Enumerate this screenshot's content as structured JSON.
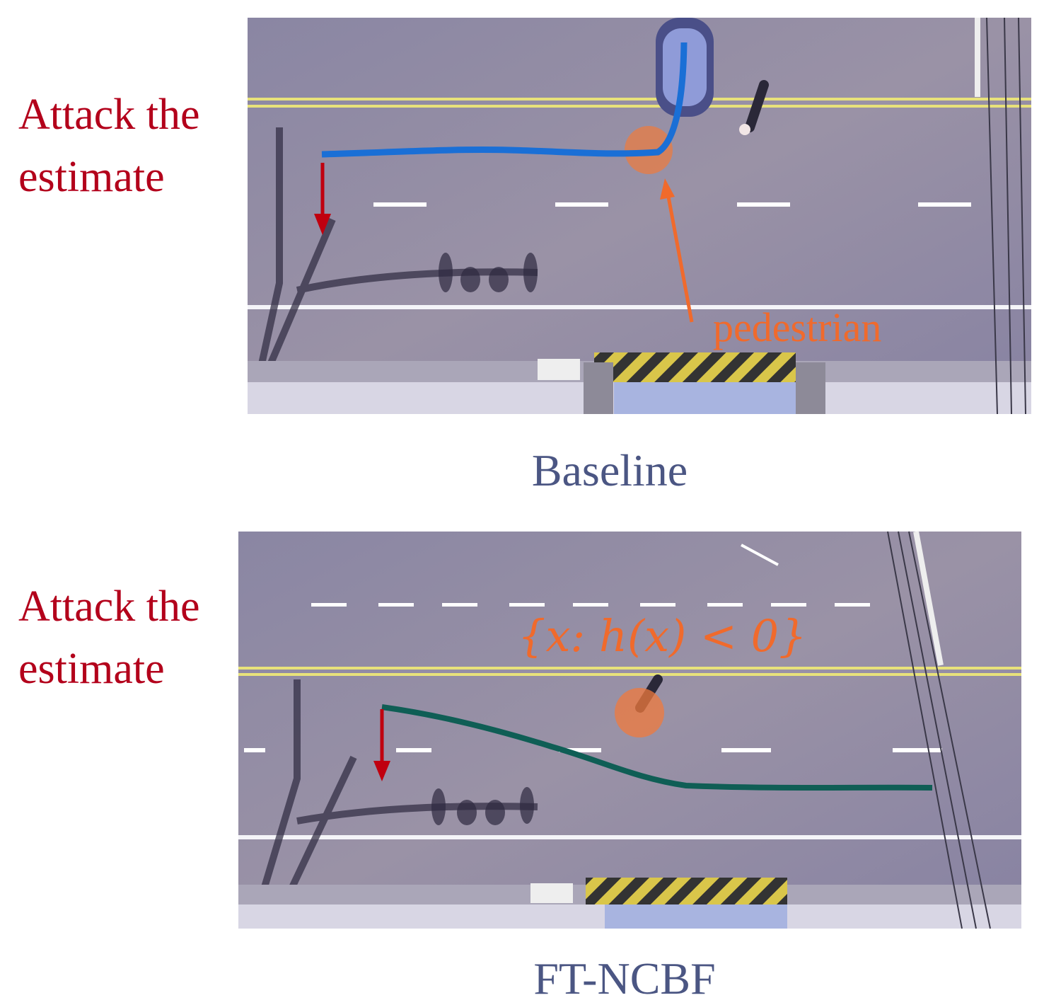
{
  "panels": [
    {
      "side_label_line1": "Attack the",
      "side_label_line2": "estimate",
      "caption": "Baseline",
      "annotation": "pedestrian",
      "trajectory_color": "#1a6fd6"
    },
    {
      "side_label_line1": "Attack the",
      "side_label_line2": "estimate",
      "caption": "FT-NCBF",
      "annotation": "{x: h(x) < 0}",
      "trajectory_color": "#0f5e55"
    }
  ],
  "colors": {
    "attack_arrow": "#c0000f",
    "unsafe_region": "#f07a3c",
    "road": "#8c87a3"
  }
}
